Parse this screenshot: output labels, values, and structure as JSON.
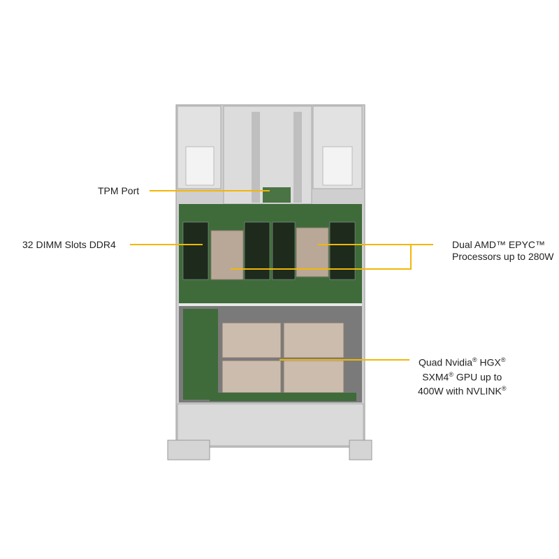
{
  "callouts": {
    "tpm": "TPM Port",
    "dimm": "32 DIMM Slots DDR4",
    "cpu": [
      "Dual AMD™ EPYC™",
      "Processors up to 280W"
    ],
    "gpu": {
      "line1_a": "Quad Nvidia",
      "reg": "®",
      "line1_b": " HGX",
      "line2_a": "SXM4",
      "line2_b": " GPU up to",
      "line3_a": "400W with NVLINK"
    }
  },
  "colors": {
    "callout_line": "#f2b705",
    "pcb": "#3f6b3a",
    "chassis": "#c9c9c9"
  }
}
